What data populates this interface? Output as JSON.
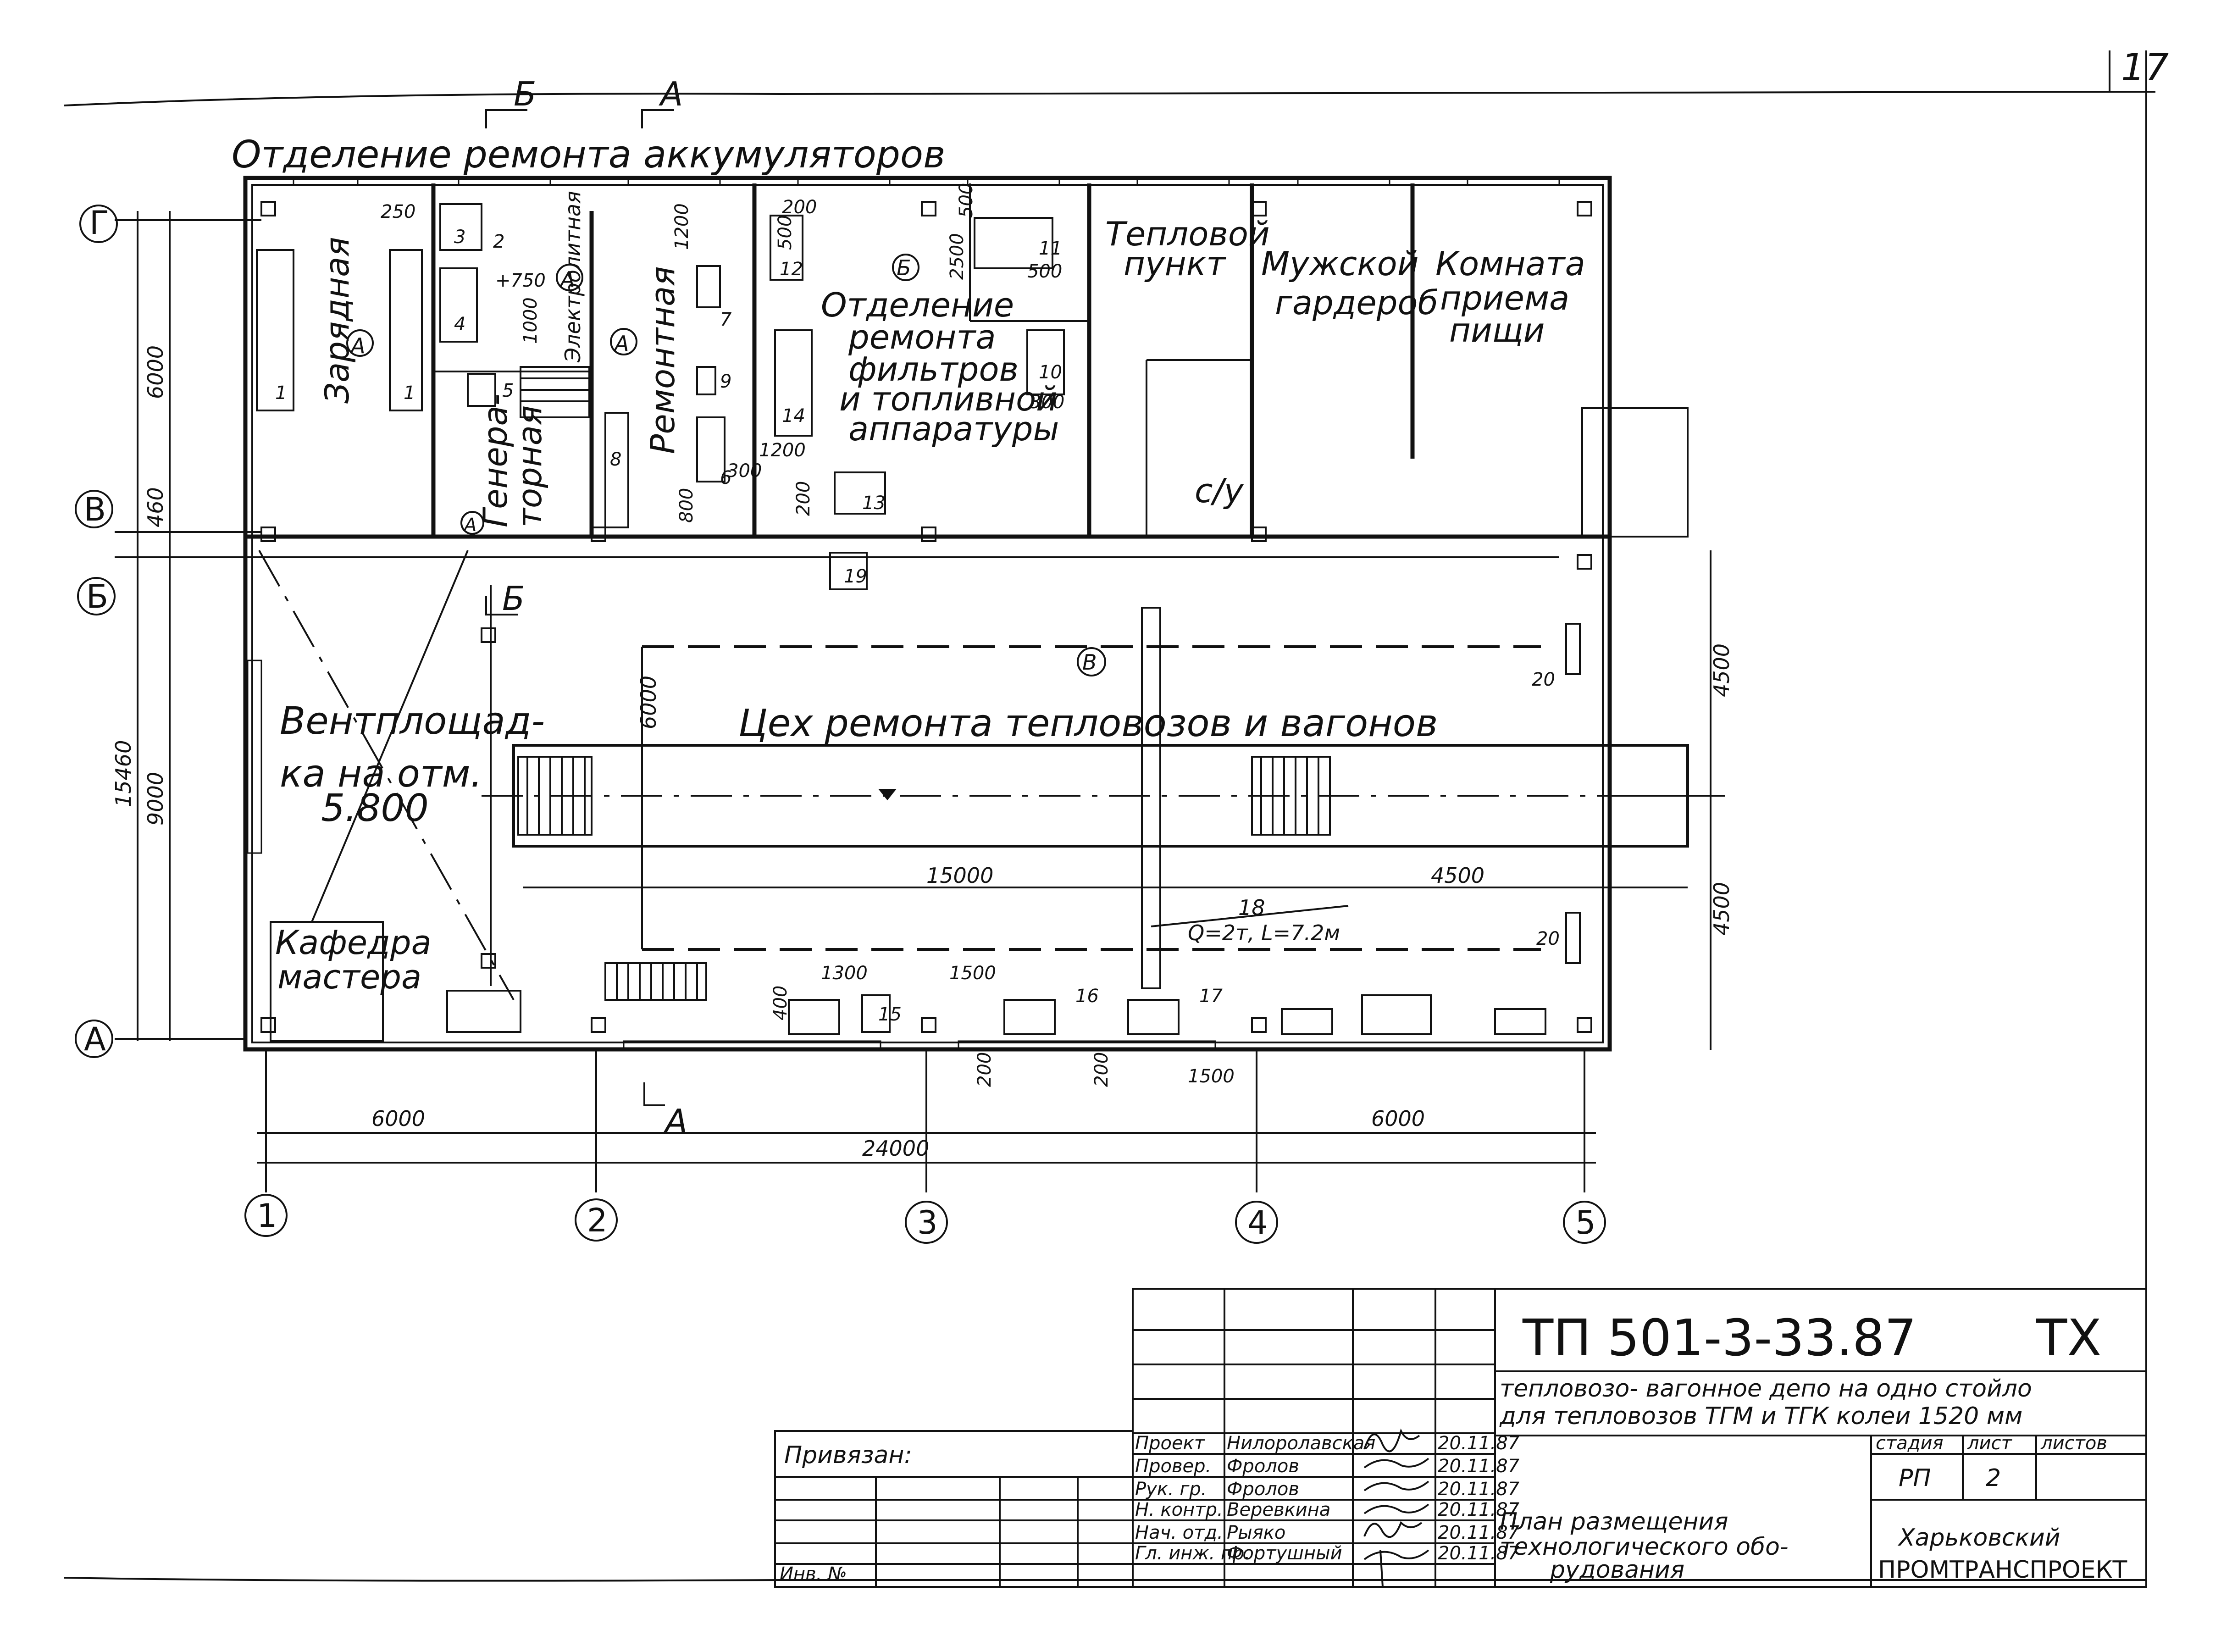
{
  "page_number": "17",
  "rooms": {
    "battery_dept": "Отделение ремонта аккумуляторов",
    "charging": "Зарядная",
    "electrolyte": "Электролитная",
    "generator": [
      "Генера-",
      "торная"
    ],
    "repair": "Ремонтная",
    "filter_dept": [
      "Отделение",
      "ремонта",
      "фильтров",
      "и топливной",
      "аппаратуры"
    ],
    "heat_point": [
      "Тепловой",
      "пункт"
    ],
    "male_wardrobe": [
      "Мужской",
      "гардероб"
    ],
    "food_room": [
      "Комната",
      "приема",
      "пищи"
    ],
    "wc": "с/у",
    "vent_platform": [
      "Вентплощад-",
      "ка на отм.",
      "5.800"
    ],
    "main_shop": "Цех ремонта тепловозов и вагонов",
    "master_desk": [
      "Кафедра",
      "мастера"
    ]
  },
  "zone_marks": [
    "А",
    "Б",
    "В"
  ],
  "section_marks": [
    "Б",
    "А"
  ],
  "axes_letters": [
    "Г",
    "В",
    "Б",
    "А"
  ],
  "axes_numbers": [
    "1",
    "2",
    "3",
    "4",
    "5"
  ],
  "dimensions": {
    "left_outer": "15460",
    "left_6000": "6000",
    "left_460": "460",
    "left_9000": "9000",
    "right_top": "4500",
    "right_bottom": "4500",
    "bottom_left": "6000",
    "bottom_total": "24000",
    "bottom_right": "6000",
    "track_15000": "15000",
    "track_4500": "4500",
    "crane_span": "6000",
    "d_1500a": "1500",
    "d_1300": "1300",
    "d_1500b": "1500",
    "d_400": "400",
    "d_200a": "200",
    "d_200b": "200",
    "d_250": "250",
    "d_200c": "200",
    "d_500a": "500",
    "d_1200a": "1200",
    "d_1200b": "1200",
    "d_200d": "200",
    "d_800": "800",
    "d_300a": "300",
    "d_300b": "300",
    "d_2500": "2500",
    "d_500b": "500",
    "d_1000": "1000",
    "d_500c": "500",
    "d_750": "+750"
  },
  "crane": {
    "number": "18",
    "spec": "Q=2т, L=7.2м"
  },
  "equipment_numbers": [
    "1",
    "1",
    "2",
    "3",
    "4",
    "5",
    "6",
    "7",
    "8",
    "9",
    "10",
    "11",
    "12",
    "13",
    "14",
    "15",
    "16",
    "17",
    "19",
    "20",
    "20"
  ],
  "title_block": {
    "code": "ТП   501-3-33.87",
    "code_right": "ТХ",
    "project_line1": "тепловозо- вагонное депо на одно стойло",
    "project_line2": "для тепловозов ТГМ и ТГК  колеи 1520 мм",
    "stage_h": "стадия",
    "sheet_h": "лист",
    "sheets_h": "листов",
    "stage": "РП",
    "sheet": "2",
    "sheets": "",
    "drawing_title": [
      "План размещения",
      "технологического обо-",
      "рудования"
    ],
    "org": [
      "Харьковский",
      "ПРОМТРАНСПРОЕКТ"
    ],
    "bound": "Привязан:",
    "inv": "Инв. №",
    "roles": [
      "Проект",
      "Провер.",
      "Рук. гр.",
      "Н. контр.",
      "Нач. отд.",
      "Гл. инж. пр."
    ],
    "names": [
      "Нилоролавская",
      "Фролов",
      "Фролов",
      "Веревкина",
      "Рыяко",
      "Фортушный"
    ],
    "dates": [
      "20.11.87",
      "20.11.87",
      "20.11.87",
      "20.11.87",
      "20.11.87",
      "20.11.87"
    ]
  }
}
